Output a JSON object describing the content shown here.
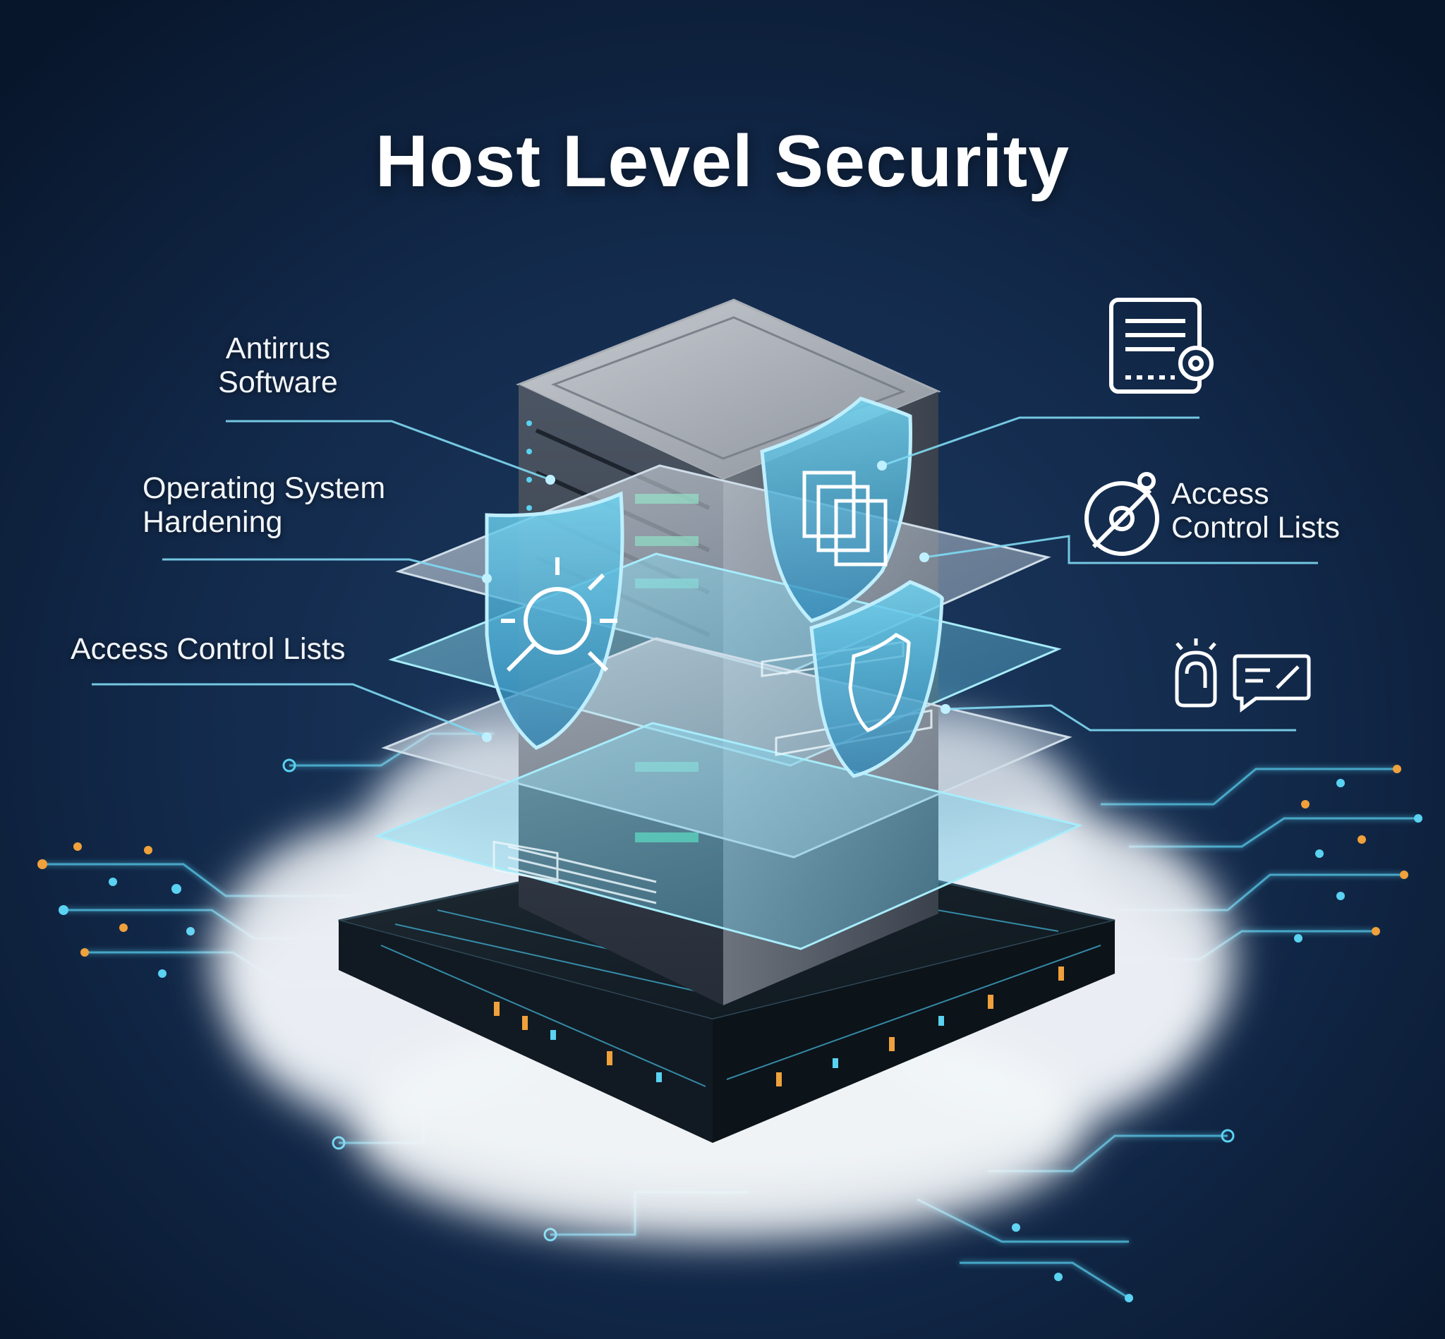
{
  "title": "Host Level Security",
  "labels": {
    "antivirus": "Antirrus\nSoftware",
    "os_hardening": "Operating System\nHardening",
    "acl_left": "Access Control Lists",
    "acl_right": "Access\nControl Lists"
  },
  "icons": {
    "top_right": "terminal-keypad-icon",
    "mid_right": "no-access-key-icon",
    "bottom_right_a": "fingerprint-lock-icon",
    "bottom_right_b": "message-screen-icon",
    "shield_left": "bug-magnifier-shield-icon",
    "shield_right_top": "files-shield-icon",
    "shield_right_bottom": "shield-in-shield-icon"
  },
  "colors": {
    "background": "#0a1a33",
    "accent": "#5ad2f2",
    "accent_soft": "#8fe3f7",
    "orange_dot": "#f0a13b",
    "title": "#ffffff"
  }
}
